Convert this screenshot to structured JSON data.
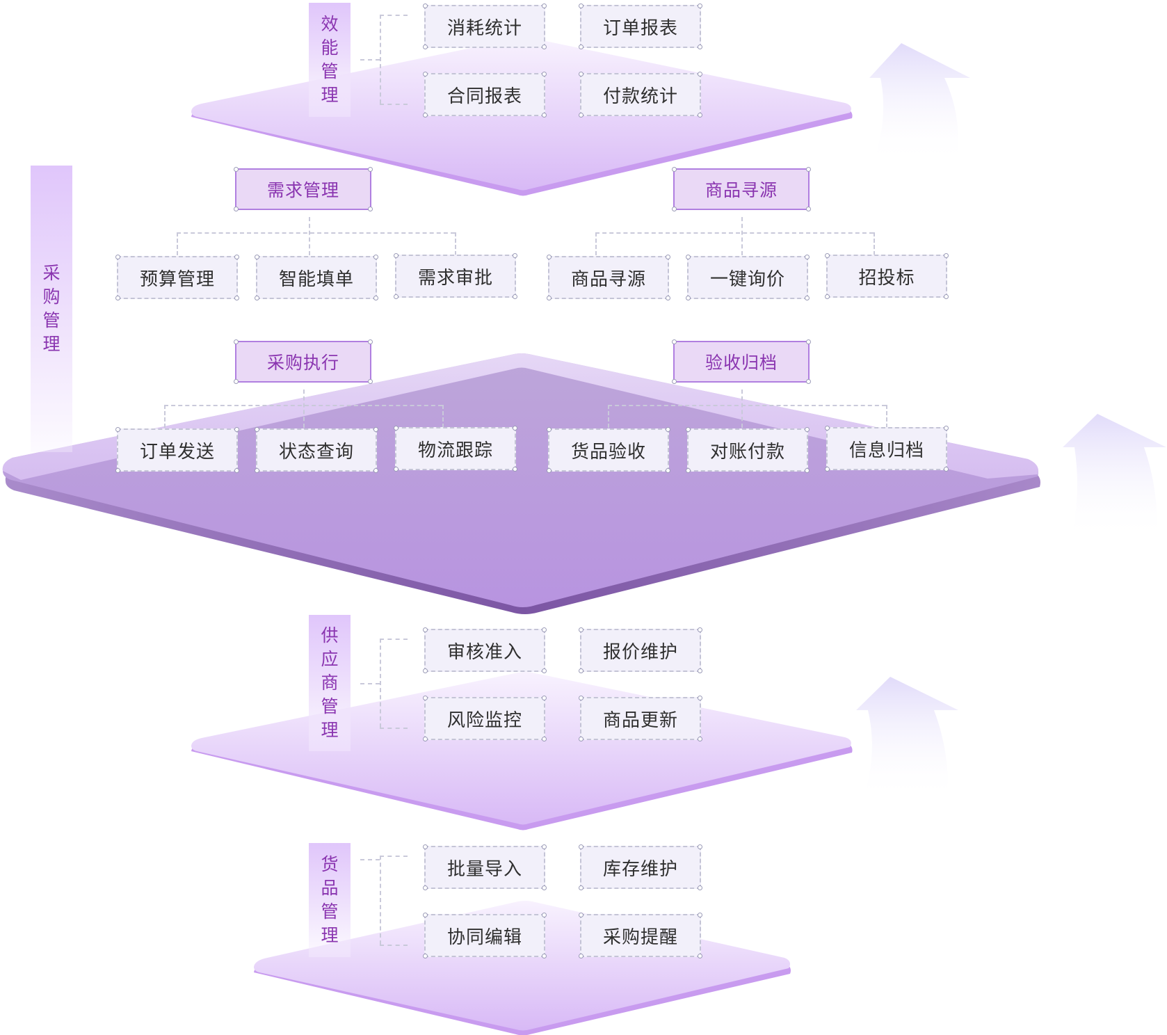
{
  "title": "采购管理平台功能架构",
  "side_band": {
    "label": "采购管理",
    "chars": [
      "采",
      "购",
      "管",
      "理"
    ]
  },
  "layers": [
    {
      "id": "efficiency",
      "label": "效能管理",
      "chars": [
        "效",
        "能",
        "管",
        "理"
      ],
      "items": [
        "消耗统计",
        "订单报表",
        "合同报表",
        "付款统计"
      ]
    },
    {
      "id": "procurement",
      "label": "采购管理",
      "groups": [
        {
          "title": "需求管理",
          "items": [
            "预算管理",
            "智能填单",
            "需求审批"
          ]
        },
        {
          "title": "商品寻源",
          "items": [
            "商品寻源",
            "一键询价",
            "招投标"
          ]
        },
        {
          "title": "采购执行",
          "items": [
            "订单发送",
            "状态查询",
            "物流跟踪"
          ]
        },
        {
          "title": "验收归档",
          "items": [
            "货品验收",
            "对账付款",
            "信息归档"
          ]
        }
      ]
    },
    {
      "id": "supplier",
      "label": "供应商管理",
      "chars": [
        "供",
        "应",
        "商",
        "管",
        "理"
      ],
      "items": [
        "审核准入",
        "报价维护",
        "风险监控",
        "商品更新"
      ]
    },
    {
      "id": "goods",
      "label": "货品管理",
      "chars": [
        "货",
        "品",
        "管",
        "理"
      ],
      "items": [
        "批量导入",
        "库存维护",
        "协同编辑",
        "采购提醒"
      ]
    }
  ],
  "colors": {
    "accent_text": "#8a35b0",
    "head_fill": "#ead9f6",
    "head_border": "#b07fe0",
    "node_fill": "#f2f0fa",
    "node_border": "#c4c4d6",
    "platform_light": "#e6d3fb",
    "platform_mid": "#c3a3e2",
    "platform_dark": "#7b55a3",
    "arrow": "#e3ddfb"
  }
}
